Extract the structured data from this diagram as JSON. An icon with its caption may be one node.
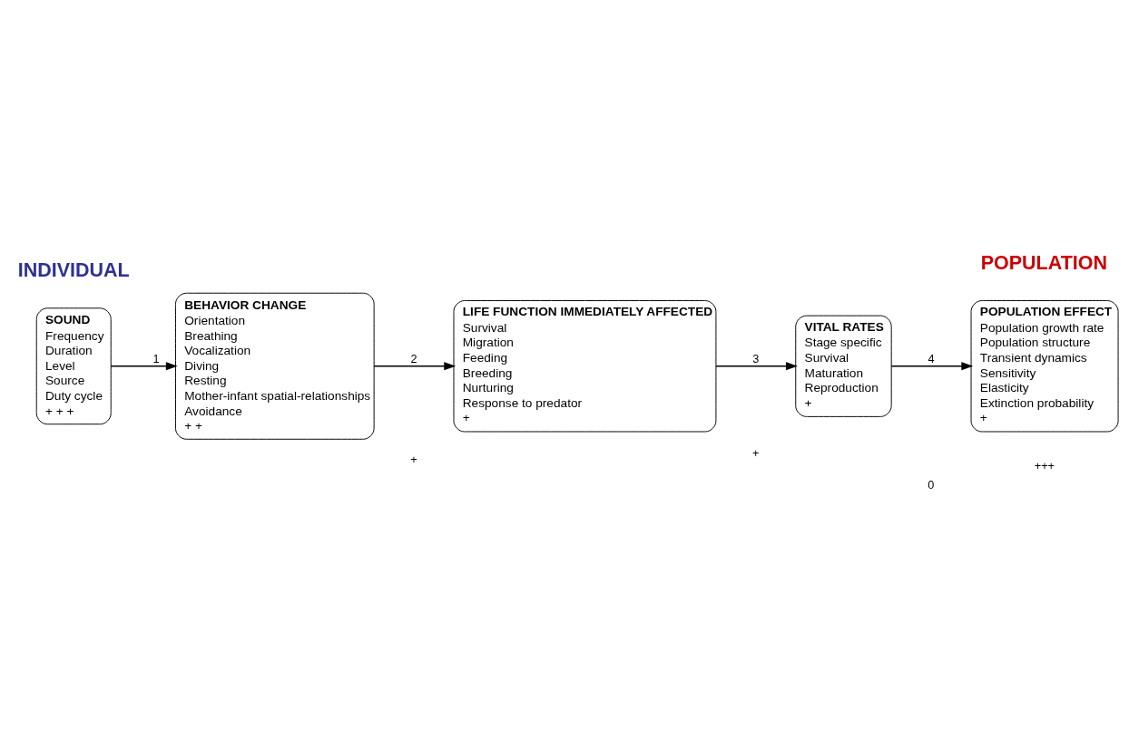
{
  "diagram": {
    "nodes": [
      {
        "text": [
          "SOUND",
          "Frequency",
          "Duration",
          "Level",
          "Source",
          "Duty cycle",
          "+ + +"
        ]
      },
      {
        "text": [
          "BEHAVIOR CHANGE",
          "Orientation",
          "Breathing",
          "Vocalization",
          "Diving",
          "Resting",
          "Mother-infant spatial-relationships",
          "Avoidance",
          "+ +"
        ]
      },
      {
        "text": [
          "LIFE FUNCTION IMMEDIATELY AFFECTED",
          "Survival",
          "Migration",
          "Feeding",
          "Breeding",
          "Nurturing",
          "Response to predator",
          "+"
        ]
      },
      {
        "text": [
          "VITAL RATES",
          "Stage specific",
          "Survival",
          "Maturation",
          "Reproduction",
          "+"
        ]
      },
      {
        "text": [
          "POPULATION EFFECT",
          "Population growth rate",
          "Population structure",
          "Transient dynamics",
          "Sensitivity",
          "Elasticity",
          "Extinction probability",
          "+"
        ]
      }
    ],
    "edges": [
      {
        "from": 0,
        "to": 1,
        "arrow": "to",
        "label": "1"
      },
      {
        "from": 1,
        "to": 2,
        "arrow": "to",
        "label": "2"
      },
      {
        "from": 2,
        "to": 3,
        "arrow": "to",
        "label": "3"
      },
      {
        "from": 3,
        "to": 4,
        "arrow": "to",
        "label": "4"
      }
    ],
    "labels": [
      "INDIVIDUAL",
      "POPULATION",
      "+",
      "+",
      "0",
      "+++"
    ]
  }
}
